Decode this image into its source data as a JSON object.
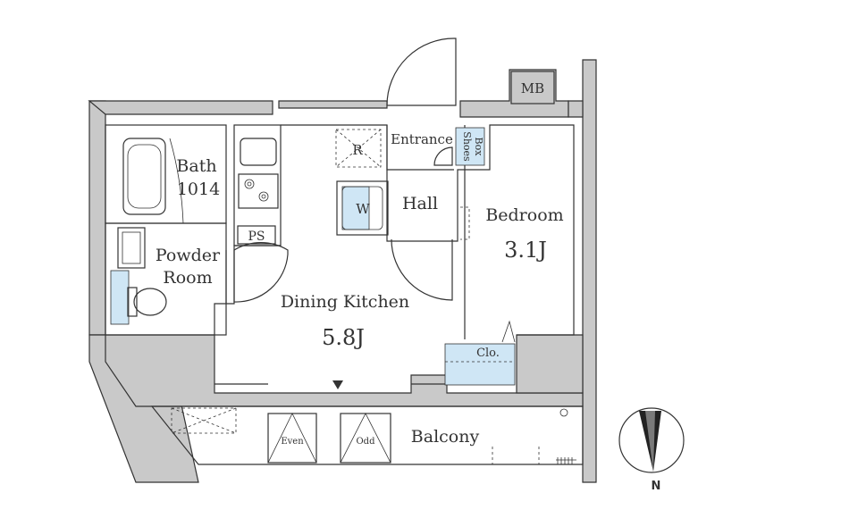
{
  "rooms": {
    "bath_label": "Bath",
    "bath_size": "1014",
    "powder_room_line1": "Powder",
    "powder_room_line2": "Room",
    "dining_kitchen_label": "Dining Kitchen",
    "dining_kitchen_size": "5.8J",
    "bedroom_label": "Bedroom",
    "bedroom_size": "3.1J",
    "hall_label": "Hall",
    "entrance_label": "Entrance",
    "balcony_label": "Balcony"
  },
  "fixtures": {
    "mb": "MB",
    "ps": "PS",
    "refrigerator": "R",
    "washer": "W",
    "shoes_box_line1": "Shoes",
    "shoes_box_line2": "Box",
    "closet": "Clo.",
    "vent_even": "Even",
    "vent_odd": "Odd"
  },
  "compass": {
    "north": "N"
  },
  "colors": {
    "wall": "#c9c9c9",
    "storage_blue": "#cfe6f5",
    "line": "#333333"
  }
}
